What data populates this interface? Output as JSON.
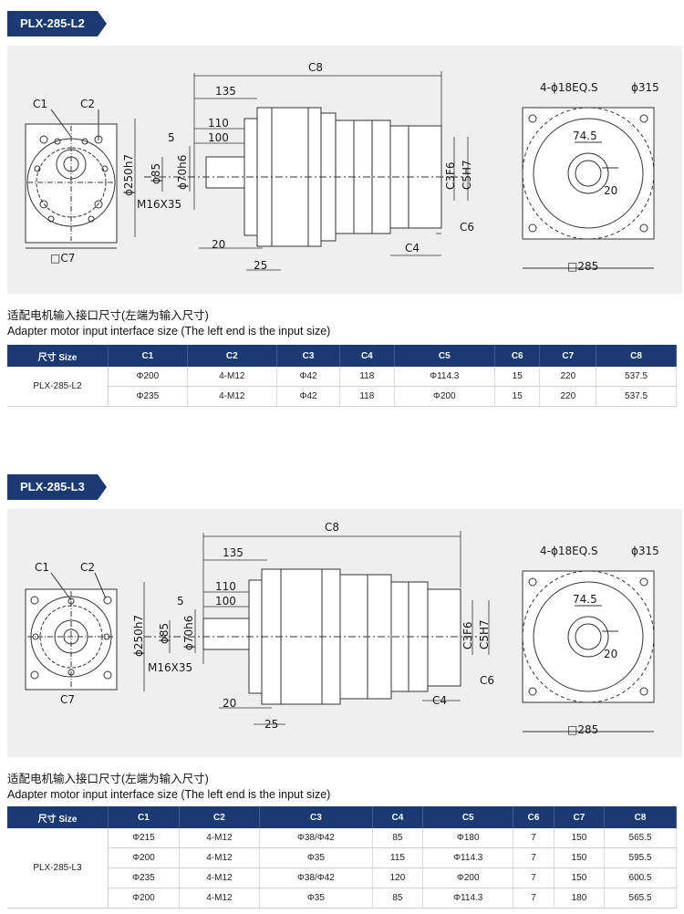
{
  "sections": [
    {
      "model": "PLX-285-L2",
      "caption_cn": "适配电机输入接口尺寸(左端为输入尺寸)",
      "caption_en": "Adapter motor input interface size (The left end is the input size)",
      "labels": {
        "c1": "C1",
        "c2": "C2",
        "c7": "□C7",
        "c8": "C8",
        "d135": "135",
        "d110": "110",
        "d100": "100",
        "d5": "5",
        "phi250": "ϕ250h7",
        "phi85": "ϕ85",
        "phi70": "ϕ70h6",
        "m16": "M16X35",
        "d20": "20",
        "d25": "25",
        "c3": "C3F6",
        "c5": "C5H7",
        "c6": "C6",
        "c4": "C4",
        "holes": "4-ϕ18EQ.S",
        "phi315": "ϕ315",
        "d745": "74.5",
        "d20b": "20",
        "sq285": "□285"
      },
      "table": {
        "headers": [
          "尺寸 Size",
          "C1",
          "C2",
          "C3",
          "C4",
          "C5",
          "C6",
          "C7",
          "C8"
        ],
        "rows": [
          [
            "Φ200",
            "4-M12",
            "Φ42",
            "118",
            "Φ114.3",
            "15",
            "220",
            "537.5"
          ],
          [
            "Φ235",
            "4-M12",
            "Φ42",
            "118",
            "Φ200",
            "15",
            "220",
            "537.5"
          ]
        ]
      }
    },
    {
      "model": "PLX-285-L3",
      "caption_cn": "适配电机输入接口尺寸(左端为输入尺寸)",
      "caption_en": "Adapter motor input interface size (The left end is the input size)",
      "labels": {
        "c1": "C1",
        "c2": "C2",
        "c7": "C7",
        "c8": "C8",
        "d135": "135",
        "d110": "110",
        "d100": "100",
        "d5": "5",
        "phi250": "ϕ250h7",
        "phi85": "ϕ85",
        "phi70": "ϕ70h6",
        "m16": "M16X35",
        "d20": "20",
        "d25": "25",
        "c3": "C3F6",
        "c5": "C5H7",
        "c6": "C6",
        "c4": "C4",
        "holes": "4-ϕ18EQ.S",
        "phi315": "ϕ315",
        "d745": "74.5",
        "d20b": "20",
        "sq285": "□285"
      },
      "table": {
        "headers": [
          "尺寸 Size",
          "C1",
          "C2",
          "C3",
          "C4",
          "C5",
          "C6",
          "C7",
          "C8"
        ],
        "rows": [
          [
            "Φ215",
            "4-M12",
            "Φ38/Φ42",
            "85",
            "Φ180",
            "7",
            "150",
            "565.5"
          ],
          [
            "Φ200",
            "4-M12",
            "Φ35",
            "115",
            "Φ114.3",
            "7",
            "150",
            "595.5"
          ],
          [
            "Φ235",
            "4-M12",
            "Φ38/Φ42",
            "120",
            "Φ200",
            "7",
            "150",
            "600.5"
          ],
          [
            "Φ200",
            "4-M12",
            "Φ35",
            "85",
            "Φ114.3",
            "7",
            "180",
            "565.5"
          ]
        ]
      }
    }
  ]
}
